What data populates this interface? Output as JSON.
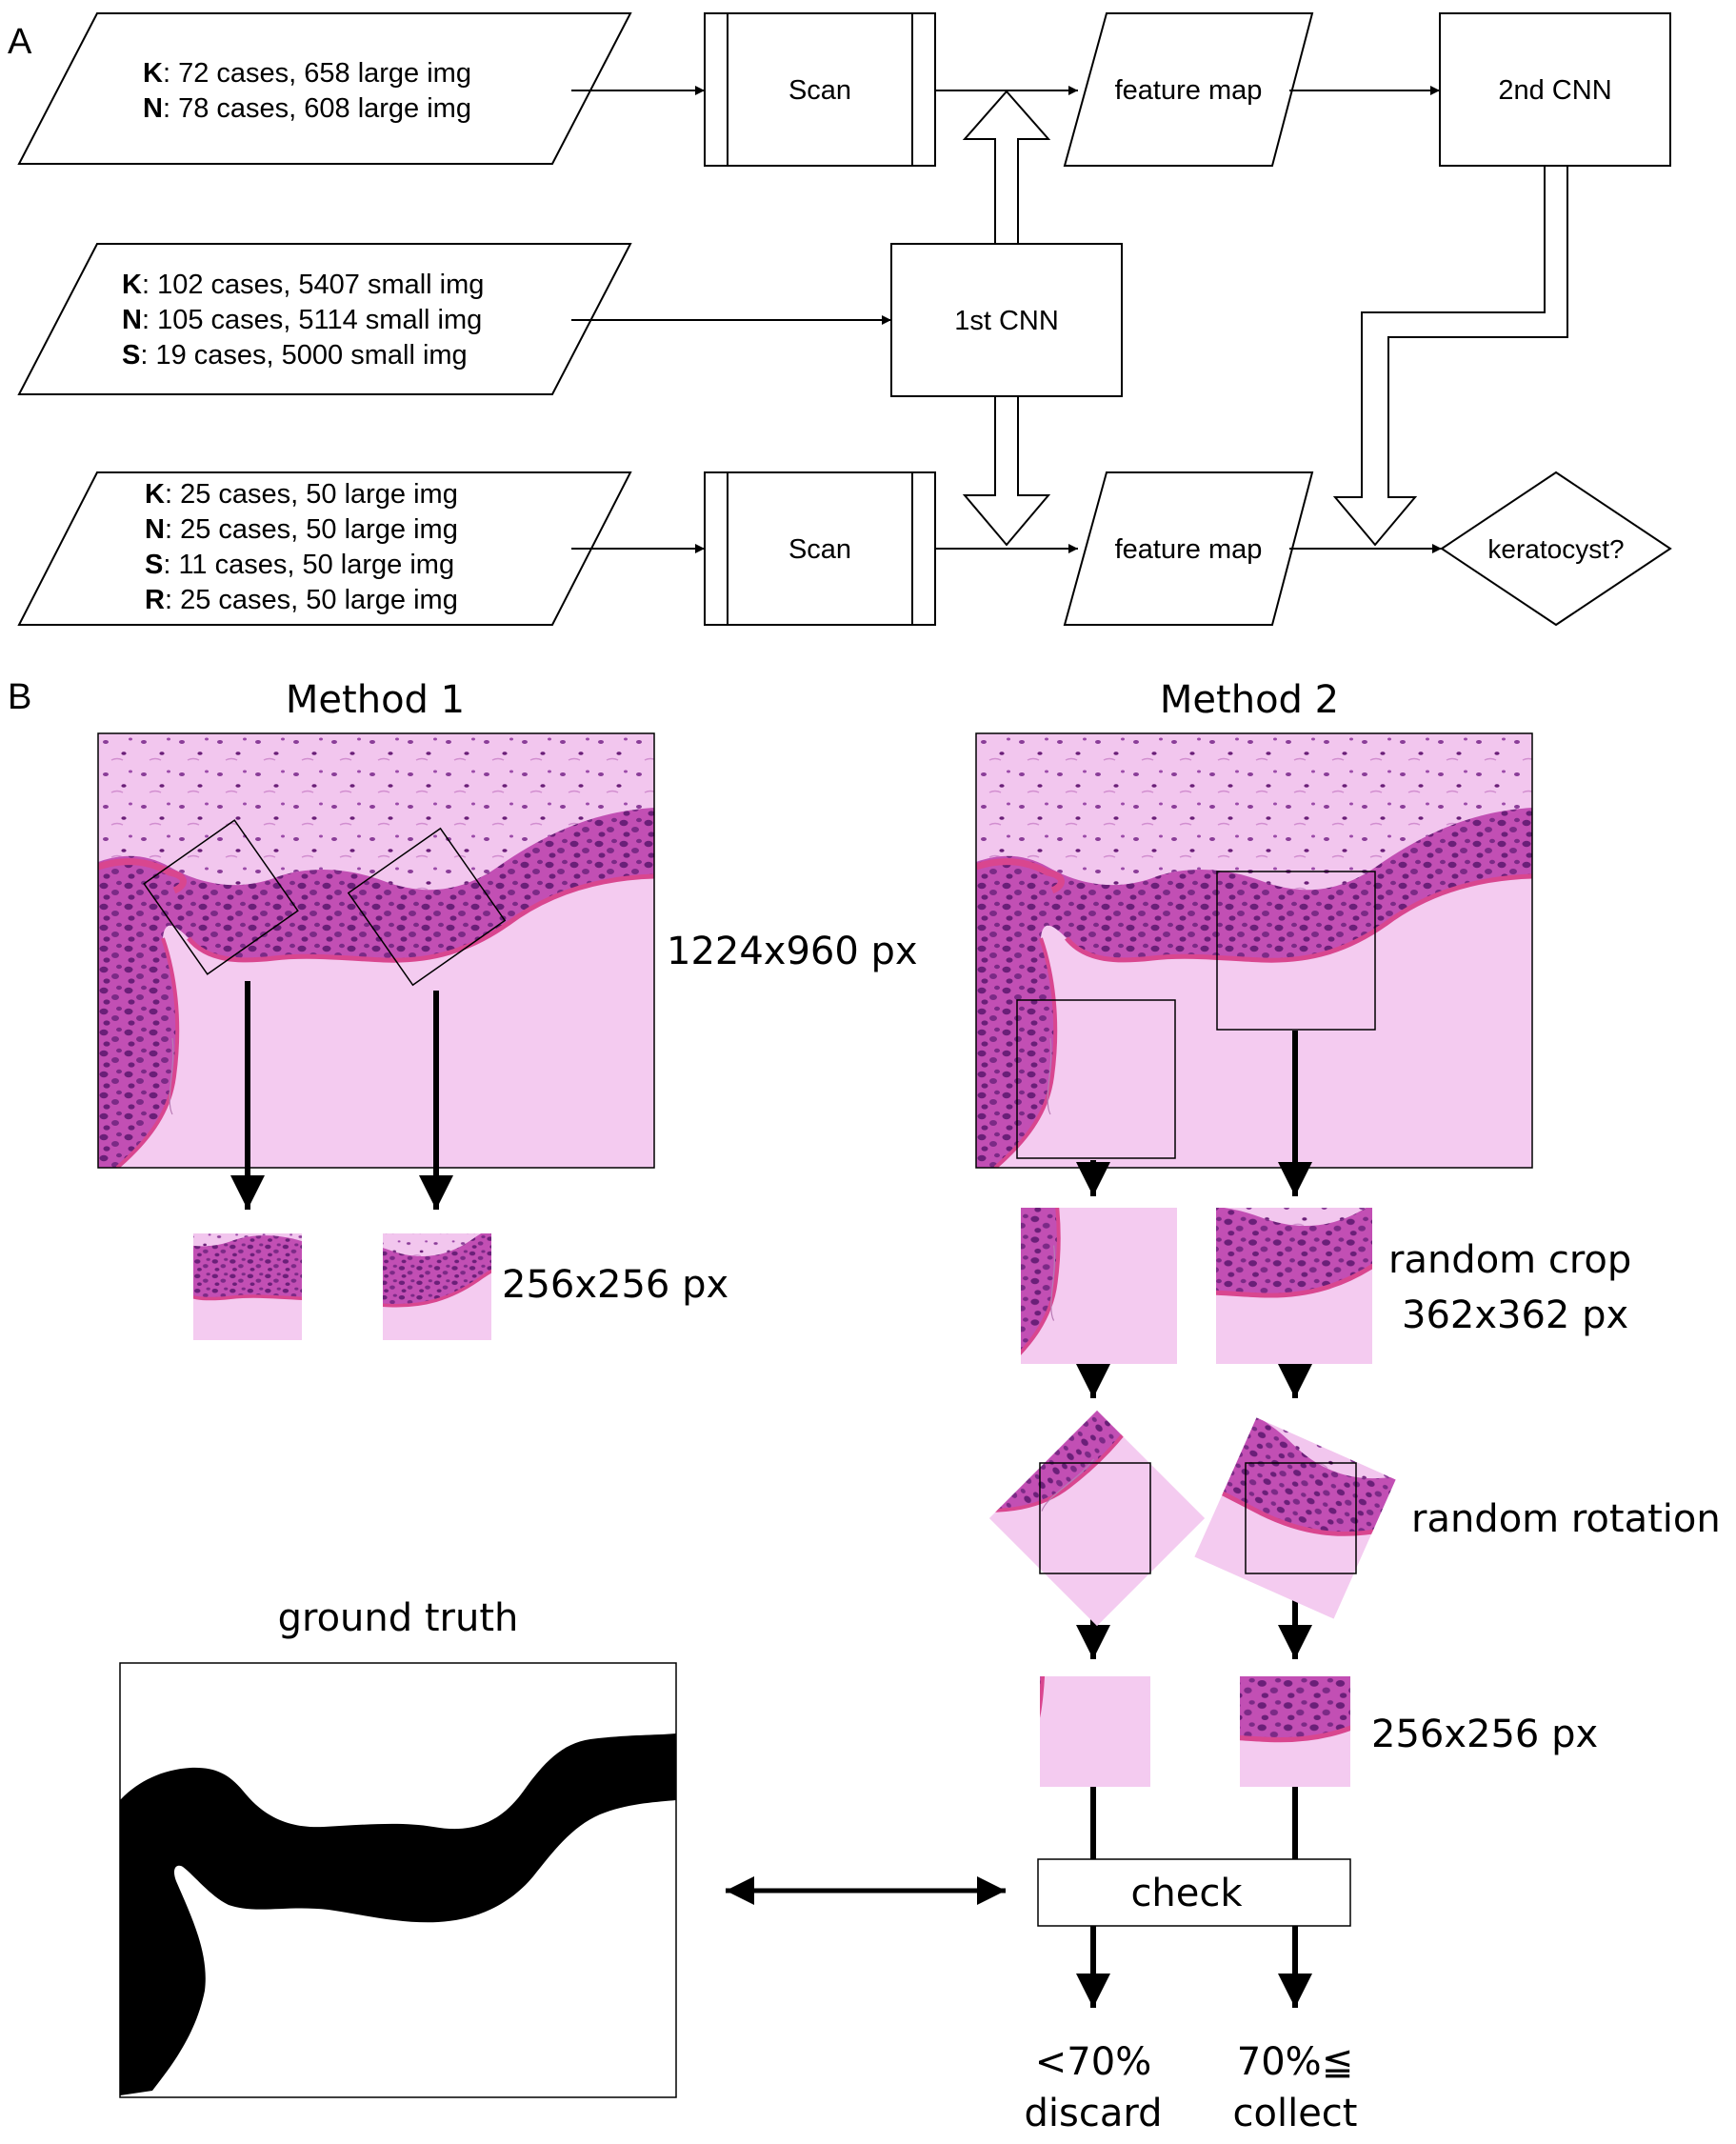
{
  "panel_a": {
    "label": "A",
    "inputs": [
      {
        "lines": [
          {
            "key": "K",
            "rest": ": 72 cases, 658 large img"
          },
          {
            "key": "N",
            "rest": ": 78 cases, 608 large img"
          }
        ]
      },
      {
        "lines": [
          {
            "key": "K",
            "rest": ": 102 cases, 5407 small img"
          },
          {
            "key": "N",
            "rest": ": 105 cases, 5114 small img"
          },
          {
            "key": "S",
            "rest": ": 19 cases, 5000 small img"
          }
        ]
      },
      {
        "lines": [
          {
            "key": "K",
            "rest": ": 25 cases, 50 large img"
          },
          {
            "key": "N",
            "rest": ": 25 cases, 50 large img"
          },
          {
            "key": "S",
            "rest": ": 11 cases, 50 large img"
          },
          {
            "key": "R",
            "rest": ": 25 cases, 50 large img"
          }
        ]
      }
    ],
    "scan_top": "Scan",
    "scan_bottom": "Scan",
    "feature_map_top": "feature map",
    "feature_map_bottom": "feature map",
    "cnn_1": "1st CNN",
    "cnn_2": "2nd CNN",
    "decision": "keratocyst?"
  },
  "panel_b": {
    "label": "B",
    "method_1_title": "Method 1",
    "method_2_title": "Method 2",
    "large_size": "1224x960 px",
    "small_size_m1": "256x256 px",
    "random_crop": "random crop",
    "crop_size": "362x362 px",
    "random_rotation": "random rotation",
    "small_size_m2": "256x256 px",
    "ground_truth": "ground truth",
    "check": "check",
    "discard_threshold": "<70%",
    "discard": "discard",
    "collect_threshold": "70%≦",
    "collect": "collect"
  },
  "colors": {
    "tissue_background": "#f3c8ef",
    "epithelium": "#c24fb4",
    "nuclei": "#6a1f78",
    "border_band": "#d9468f",
    "mask": "#000000"
  }
}
